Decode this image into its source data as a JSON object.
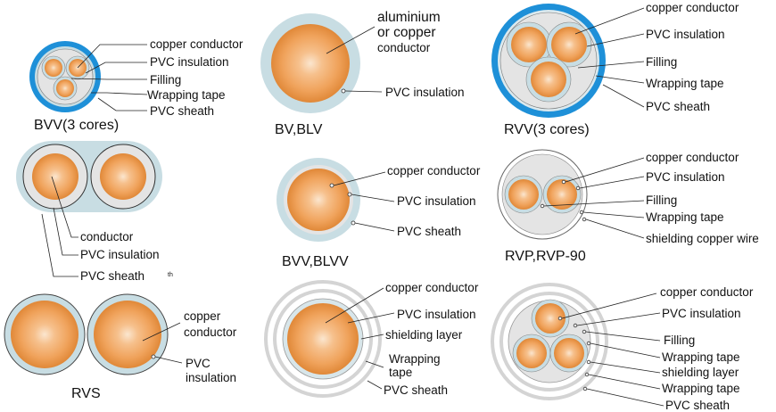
{
  "colors": {
    "copper_light": "#fbe6cf",
    "copper_mid": "#f2a868",
    "copper_dark": "#e08838",
    "insulation": "#c8dde3",
    "sheath_blue": "#1e90d8",
    "filling": "#e4e4e4",
    "shield_ring": "#d4d4d4",
    "outline": "#555555"
  },
  "diagrams": {
    "bvv3": {
      "title": "BVV(3 cores)",
      "labels": [
        "copper conductor",
        "PVC insulation",
        "Filling",
        "Wrapping tape",
        "PVC sheath"
      ]
    },
    "bv": {
      "title": "BV,BLV",
      "labels": [
        "aluminium",
        "or copper",
        "conductor",
        "PVC insulation"
      ]
    },
    "rvv3": {
      "title": "RVV(3 cores)",
      "labels": [
        "copper conductor",
        "PVC insulation",
        "Filling",
        "Wrapping tape",
        "PVC sheath"
      ]
    },
    "flat": {
      "labels": [
        "conductor",
        "PVC insulation",
        "PVC sheath"
      ],
      "superscript": "th"
    },
    "bvv": {
      "title": "BVV,BLVV",
      "labels": [
        "copper conductor",
        "PVC insulation",
        "PVC sheath"
      ]
    },
    "rvp": {
      "title": "RVP,RVP-90",
      "labels": [
        "copper conductor",
        "PVC insulation",
        "Filling",
        "Wrapping tape",
        "shielding copper wire"
      ]
    },
    "rvs": {
      "title": "RVS",
      "labels": [
        "copper",
        "conductor",
        "PVC",
        "insulation"
      ]
    },
    "shield1": {
      "labels": [
        "copper conductor",
        "PVC insulation",
        "shielding layer",
        "Wrapping",
        "tape",
        "PVC sheath"
      ]
    },
    "shield3": {
      "labels": [
        "copper conductor",
        "PVC insulation",
        "Filling",
        "Wrapping tape",
        "shielding layer",
        "Wrapping tape",
        "PVC sheath"
      ]
    }
  }
}
